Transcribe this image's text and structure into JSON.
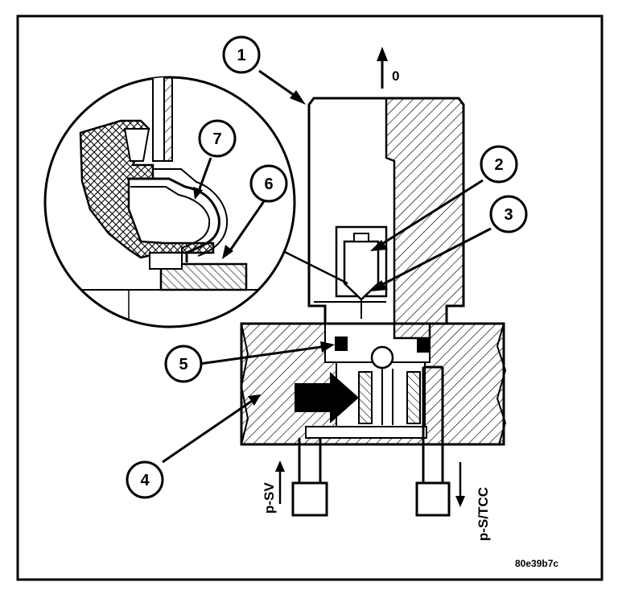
{
  "callouts": [
    "1",
    "2",
    "3",
    "4",
    "5",
    "6",
    "7"
  ],
  "labels": {
    "top_arrow": "0",
    "port_left": "p-SV",
    "port_right": "p-S/TCC",
    "figure_code": "80e39b7c"
  },
  "colors": {
    "line": "#000000",
    "background": "#ffffff"
  }
}
